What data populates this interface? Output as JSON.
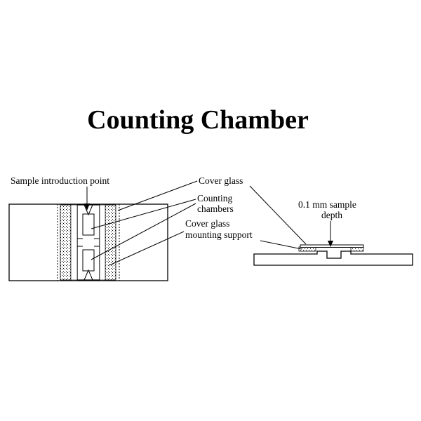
{
  "title": "Counting Chamber",
  "labels": {
    "sample_introduction_point": "Sample introduction point",
    "cover_glass": "Cover glass",
    "counting_chambers_line1": "Counting",
    "counting_chambers_line2": "chambers",
    "cover_glass_mounting_support_line1": "Cover glass",
    "cover_glass_mounting_support_line2": "mounting support",
    "sample_depth_line1": "0.1 mm sample",
    "sample_depth_line2": "depth"
  }
}
